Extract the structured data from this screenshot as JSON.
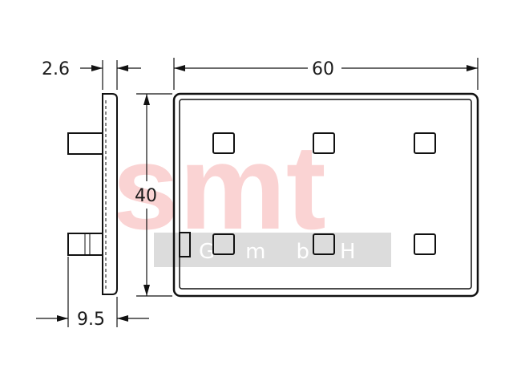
{
  "dimensions": {
    "top_left": "2.6",
    "top_right": "60",
    "left_vertical": "40",
    "bottom_left": "9.5"
  },
  "watermark": {
    "brand": "smt",
    "sub": "GmbH",
    "brand_color": "#f7b0b0",
    "band_color": "#dcdcdc"
  },
  "colors": {
    "line": "#111111"
  }
}
